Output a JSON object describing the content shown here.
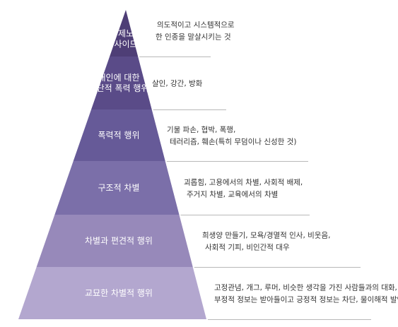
{
  "colors": {
    "tier_fills": [
      "#4e3e76",
      "#5a4b88",
      "#665a98",
      "#7b6fa9",
      "#9789ba",
      "#b3a7cf"
    ],
    "separator": "#b8b8b8",
    "label_text": "#ffffff",
    "desc_text": "#333333"
  },
  "tiers": [
    {
      "label": [
        "제노",
        "사이드"
      ],
      "desc": [
        "의도적이고 시스템적으로",
        "한 인종을 말살시키는 것"
      ]
    },
    {
      "label": [
        "개인에 대한",
        "극단적 폭력 행위"
      ],
      "desc": [
        "살인, 강간, 방화"
      ]
    },
    {
      "label": [
        "폭력적 행위"
      ],
      "desc": [
        "기물 파손, 협박, 폭행,",
        "테러리즘, 훼손(특히 무덤이나 신성한 것)"
      ]
    },
    {
      "label": [
        "구조적 차별"
      ],
      "desc": [
        "괴롭힘, 고용에서의 차별, 사회적 배제,",
        "주거지 차별, 교육에서의 차별"
      ]
    },
    {
      "label": [
        "차별과 편견적 행위"
      ],
      "desc": [
        "희생양 만들기, 모욕/경멸적 인사, 비웃음,",
        "사회적 기피, 비인간적 대우"
      ]
    },
    {
      "label": [
        "교묘한 차별적 행위"
      ],
      "desc": [
        "고정관념, 개그, 루머, 비슷한 생각을 가진 사람들과의 대화,",
        "부정적 정보는 받아들이고 긍정적 정보는 차단, 물이해적 발언"
      ]
    }
  ]
}
